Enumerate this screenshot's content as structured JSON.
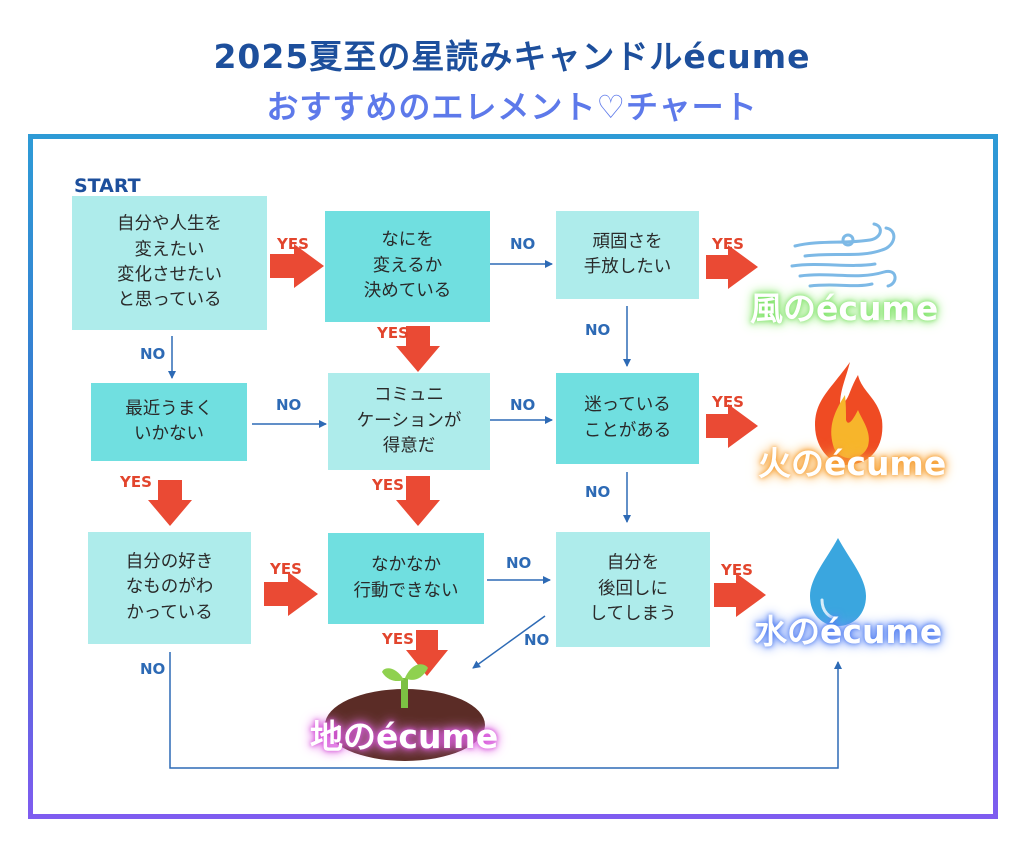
{
  "title": {
    "line1": "2025夏至の星読みキャンドルécume",
    "line2": "おすすめのエレメント♡チャート"
  },
  "start_label": "START",
  "boxes": {
    "b1": "自分や人生を\n変えたい\n変化させたい\nと思っている",
    "b2": "なにを\n変えるか\n決めている",
    "b3": "頑固さを\n手放したい",
    "b4": "最近うまく\nいかない",
    "b5": "コミュニ\nケーションが\n得意だ",
    "b6": "迷っている\nことがある",
    "b7": "自分の好き\nなものがわ\nかっている",
    "b8": "なかなか\n行動できない",
    "b9": "自分を\n後回しに\nしてしまう"
  },
  "labels": {
    "yes": "YES",
    "no": "NO"
  },
  "results": {
    "wind": "風のécume",
    "fire": "火のécume",
    "water": "水のécume",
    "earth": "地のécume"
  },
  "icons": {
    "wind": "wind-icon",
    "fire": "fire-icon",
    "water": "water-drop-icon",
    "earth": "sprout-icon"
  },
  "colors": {
    "yes": "#e2452d",
    "no": "#2d6ab5",
    "box_light": "#aeeceb",
    "box_dark": "#70dfe0"
  }
}
